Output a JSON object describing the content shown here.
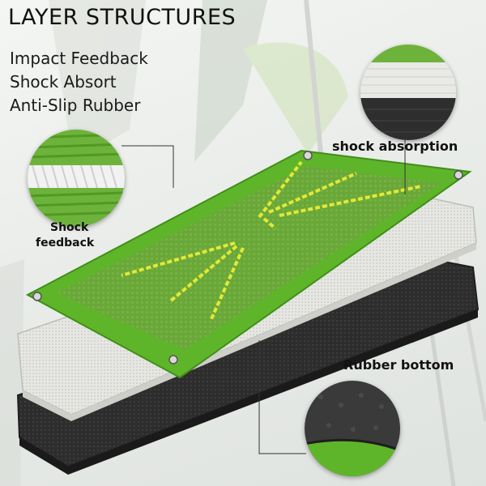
{
  "header": {
    "title": "LAYER STRUCTURES",
    "features": [
      "Impact Feedback",
      "Shock Absort",
      "Anti-Slip Rubber"
    ]
  },
  "callouts": {
    "shock_absorption": "shock absorption",
    "shock_feedback_line1": "Shock",
    "shock_feedback_line2": "feedback",
    "rubber_bottom": "Rubber bottom"
  },
  "colors": {
    "mat_green": "#5fb52a",
    "mat_border": "#4ea81f",
    "swing_line_yellow": "#e4e836",
    "felt_white": "#e6e6e3",
    "rubber_black": "#2b2b2b"
  },
  "icons": [
    "fiber-zoom-icon",
    "top-layer-zoom-icon",
    "rubber-zoom-icon"
  ]
}
